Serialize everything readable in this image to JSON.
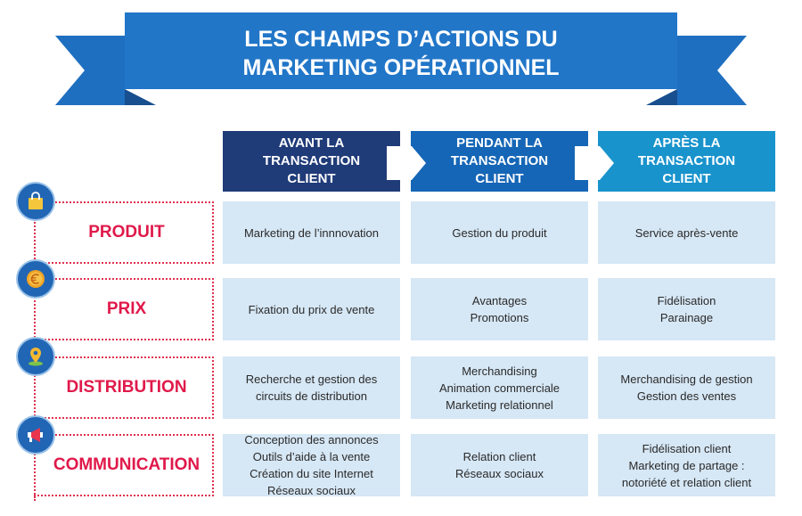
{
  "title": {
    "line1": "LES CHAMPS D’ACTIONS DU",
    "line2": "MARKETING OPÉRATIONNEL"
  },
  "columns": [
    {
      "line1": "AVANT LA",
      "line2": "TRANSACTION",
      "line3": "CLIENT"
    },
    {
      "line1": "PENDANT LA",
      "line2": "TRANSACTION",
      "line3": "CLIENT"
    },
    {
      "line1": "APRÈS LA",
      "line2": "TRANSACTION",
      "line3": "CLIENT"
    }
  ],
  "rows": [
    {
      "label": "PRODUIT",
      "icon": "shopping-bag-icon",
      "cells": [
        [
          "Marketing de l’innnovation"
        ],
        [
          "Gestion du produit"
        ],
        [
          "Service après-vente"
        ]
      ]
    },
    {
      "label": "PRIX",
      "icon": "euro-coin-icon",
      "cells": [
        [
          "Fixation du prix de vente"
        ],
        [
          "Avantages",
          "Promotions"
        ],
        [
          "Fidélisation",
          "Parainage"
        ]
      ]
    },
    {
      "label": "DISTRIBUTION",
      "icon": "map-pin-icon",
      "cells": [
        [
          "Recherche et gestion des",
          "circuits de distribution"
        ],
        [
          "Merchandising",
          "Animation commerciale",
          "Marketing relationnel"
        ],
        [
          "Merchandising de gestion",
          "Gestion des ventes"
        ]
      ]
    },
    {
      "label": "COMMUNICATION",
      "icon": "megaphone-icon",
      "cells": [
        [
          "Conception des annonces",
          "Outils d’aide à la vente",
          "Création du site Internet",
          "Réseaux sociaux"
        ],
        [
          "Relation client",
          "Réseaux sociaux"
        ],
        [
          "Fidélisation client",
          "Marketing de partage :",
          "notoriété et relation client"
        ]
      ]
    }
  ],
  "colors": {
    "banner": "#1f6fc0",
    "banner_dark": "#174f8f",
    "col1": "#1f3b78",
    "col2": "#1566b6",
    "col3": "#1993cc",
    "cell": "#d6e7f5",
    "accent": "#e0194a"
  }
}
